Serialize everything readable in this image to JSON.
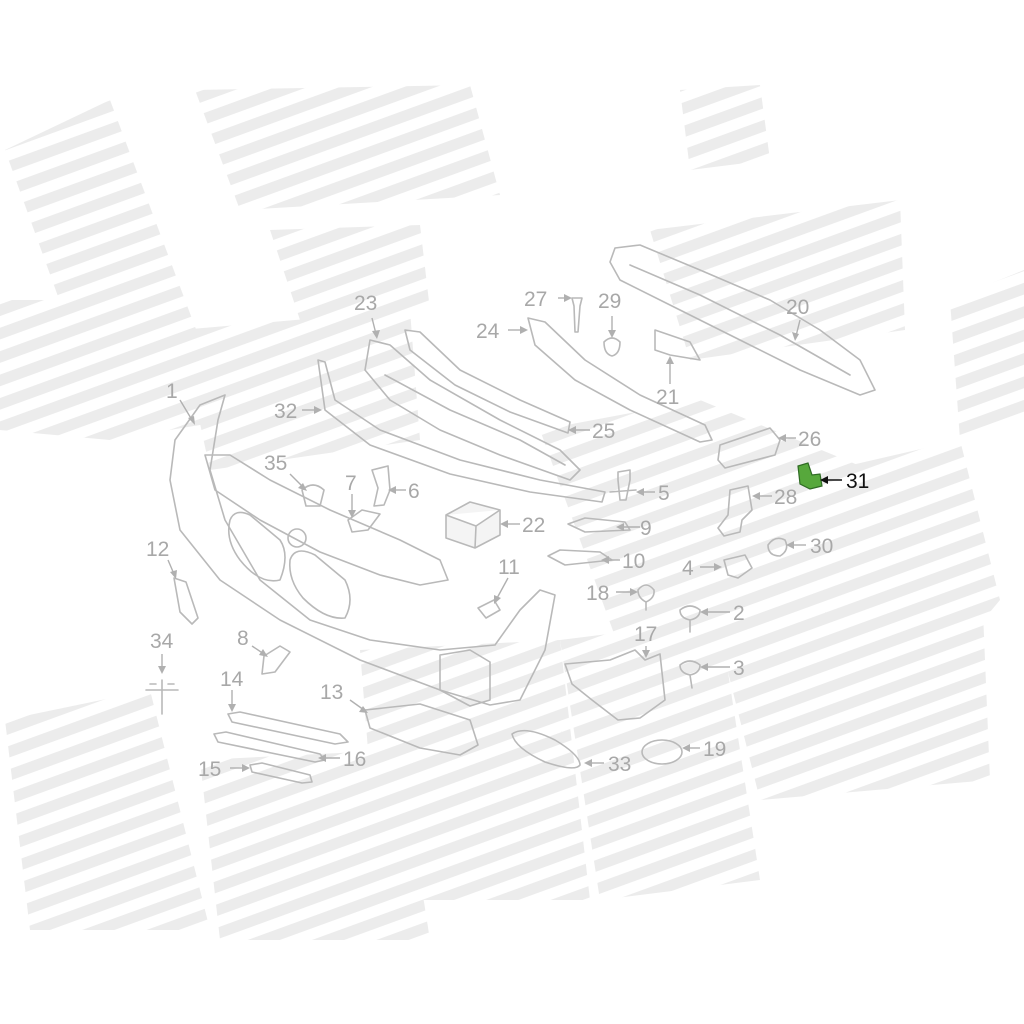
{
  "diagram": {
    "highlight_color": "#57a83c",
    "highlighted_part": "31",
    "callouts": [
      {
        "id": "c1",
        "label": "1"
      },
      {
        "id": "c2",
        "label": "2"
      },
      {
        "id": "c3",
        "label": "3"
      },
      {
        "id": "c4",
        "label": "4"
      },
      {
        "id": "c5",
        "label": "5"
      },
      {
        "id": "c6",
        "label": "6"
      },
      {
        "id": "c7",
        "label": "7"
      },
      {
        "id": "c8",
        "label": "8"
      },
      {
        "id": "c9",
        "label": "9"
      },
      {
        "id": "c10",
        "label": "10"
      },
      {
        "id": "c11",
        "label": "11"
      },
      {
        "id": "c12",
        "label": "12"
      },
      {
        "id": "c13",
        "label": "13"
      },
      {
        "id": "c14",
        "label": "14"
      },
      {
        "id": "c15",
        "label": "15"
      },
      {
        "id": "c16",
        "label": "16"
      },
      {
        "id": "c17",
        "label": "17"
      },
      {
        "id": "c18",
        "label": "18"
      },
      {
        "id": "c19",
        "label": "19"
      },
      {
        "id": "c20",
        "label": "20"
      },
      {
        "id": "c21",
        "label": "21"
      },
      {
        "id": "c22",
        "label": "22"
      },
      {
        "id": "c23",
        "label": "23"
      },
      {
        "id": "c24",
        "label": "24"
      },
      {
        "id": "c25",
        "label": "25"
      },
      {
        "id": "c26",
        "label": "26"
      },
      {
        "id": "c27",
        "label": "27"
      },
      {
        "id": "c28",
        "label": "28"
      },
      {
        "id": "c29",
        "label": "29"
      },
      {
        "id": "c30",
        "label": "30"
      },
      {
        "id": "c31",
        "label": "31"
      },
      {
        "id": "c32",
        "label": "32"
      },
      {
        "id": "c33",
        "label": "33"
      },
      {
        "id": "c34",
        "label": "34"
      },
      {
        "id": "c35",
        "label": "35"
      }
    ]
  }
}
